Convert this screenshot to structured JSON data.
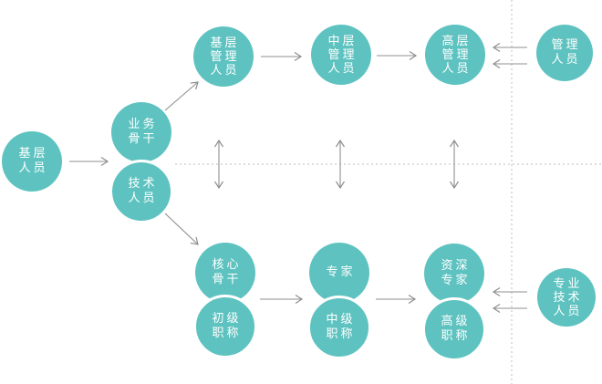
{
  "diagram": {
    "type": "career-path dual-ladder diagram",
    "colors": {
      "node_fill": "#5ec3c0",
      "node_text": "#ffffff",
      "arrow": "#8f8f8f",
      "dashed_line": "#c9c9c9",
      "background": "#ffffff"
    },
    "nodes": {
      "base_staff": {
        "label": "基层人员",
        "lines": [
          "基层",
          "人员"
        ]
      },
      "business_backbone": {
        "label": "业务骨干",
        "lines": [
          "业务",
          "骨干"
        ]
      },
      "technical_staff": {
        "label": "技术人员",
        "lines": [
          "技术",
          "人员"
        ]
      },
      "junior_manager": {
        "label": "基层管理人员",
        "lines": [
          "基层",
          "管理",
          "人员"
        ]
      },
      "middle_manager": {
        "label": "中层管理人员",
        "lines": [
          "中层",
          "管理",
          "人员"
        ]
      },
      "senior_manager": {
        "label": "高层管理人员",
        "lines": [
          "高层",
          "管理",
          "人员"
        ]
      },
      "management_staff": {
        "label": "管理人员",
        "lines": [
          "管理",
          "人员"
        ]
      },
      "core_backbone": {
        "label": "核心骨干",
        "lines": [
          "核心",
          "骨干"
        ]
      },
      "junior_title": {
        "label": "初级职称",
        "lines": [
          "初级",
          "职称"
        ]
      },
      "expert": {
        "label": "专家",
        "lines": [
          "专家"
        ]
      },
      "middle_title": {
        "label": "中级职称",
        "lines": [
          "中级",
          "职称"
        ]
      },
      "senior_expert": {
        "label": "资深专家",
        "lines": [
          "资深",
          "专家"
        ]
      },
      "senior_title": {
        "label": "高级职称",
        "lines": [
          "高级",
          "职称"
        ]
      },
      "professional_staff": {
        "label": "专业技术人员",
        "lines": [
          "专业",
          "技术",
          "人员"
        ]
      }
    }
  }
}
